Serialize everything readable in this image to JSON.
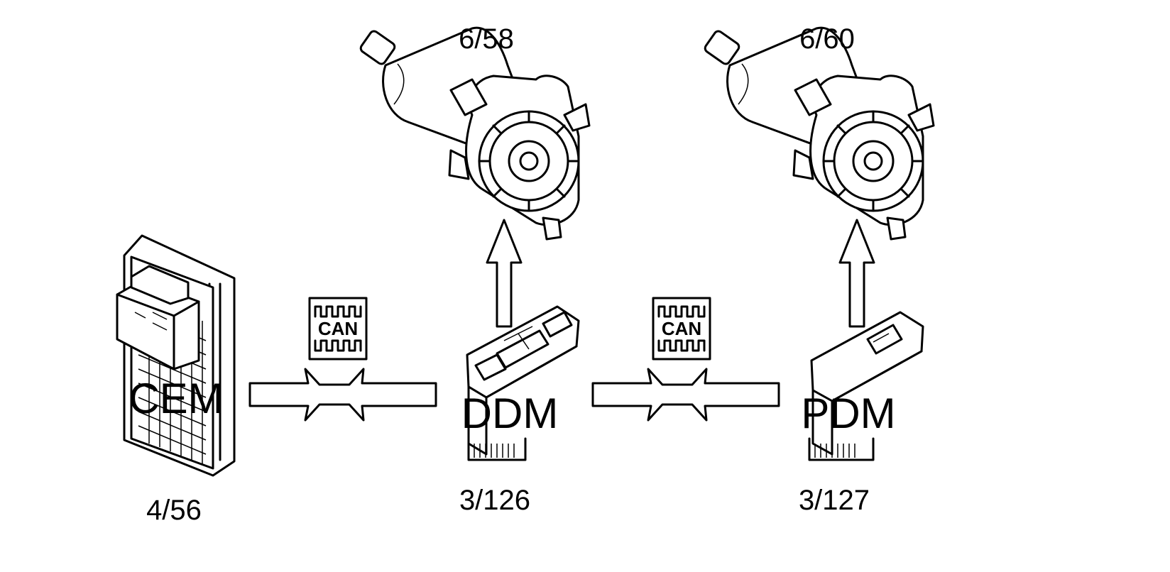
{
  "modules": {
    "cem": {
      "label": "CEM",
      "ref": "4/56"
    },
    "ddm": {
      "label": "DDM",
      "ref": "3/126"
    },
    "pdm": {
      "label": "PDM",
      "ref": "3/127"
    }
  },
  "motors": {
    "driver": {
      "ref": "6/58"
    },
    "passenger": {
      "ref": "6/60"
    }
  },
  "can_badge": {
    "text": "CAN"
  },
  "icons": [
    "can-bus-icon",
    "window-motor-icon",
    "control-module-icon",
    "door-switch-module-icon",
    "signal-arrow-icon"
  ]
}
